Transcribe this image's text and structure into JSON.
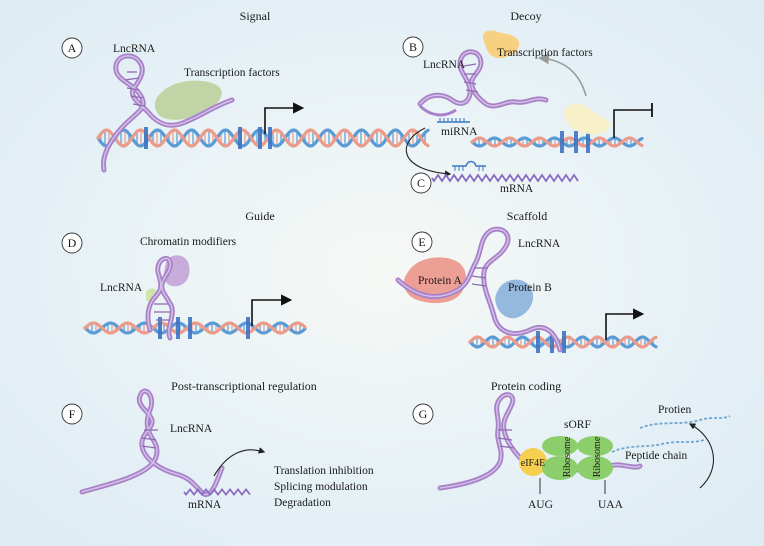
{
  "panels": {
    "a": {
      "letter": "A",
      "title": "Signal",
      "lncrna": "LncRNA",
      "tf": "Transcription factors"
    },
    "b": {
      "letter": "B",
      "title": "Decoy",
      "lncrna": "LncRNA",
      "tf": "Transcription factors",
      "mirna": "miRNA"
    },
    "c": {
      "letter": "C",
      "mrna": "mRNA"
    },
    "d": {
      "letter": "D",
      "title": "Guide",
      "modifiers": "Chromatin modifiers",
      "lncrna": "LncRNA"
    },
    "e": {
      "letter": "E",
      "title": "Scaffold",
      "lncrna": "LncRNA",
      "protein_a": "Protein A",
      "protein_b": "Protein B"
    },
    "f": {
      "letter": "F",
      "title": "Post-transcriptional regulation",
      "lncrna": "LncRNA",
      "mrna": "mRNA",
      "effects": [
        "Translation inhibition",
        "Splicing modulation",
        "Degradation"
      ]
    },
    "g": {
      "letter": "G",
      "title": "Protein coding",
      "sorf": "sORF",
      "eif4e": "eIF4E",
      "ribosome": "Ribosome",
      "peptide": "Peptide chain",
      "protein": "Protien",
      "aug": "AUG",
      "uaa": "UAA"
    }
  },
  "colors": {
    "lncrna": "#a882c9",
    "dna_blue": "#5b9bd5",
    "dna_salmon": "#ec9a8a",
    "tf_green": "#b9cf98",
    "tf_yellow": "#f8cf7a",
    "tf_pale": "#f8efc6",
    "modifier": "#c3a3d8",
    "protein_a": "#ec9a8f",
    "protein_b": "#8fb4dc",
    "eif4e": "#f7cf4f",
    "ribosome": "#8ccd6c",
    "peptide": "#6fa5d1"
  }
}
